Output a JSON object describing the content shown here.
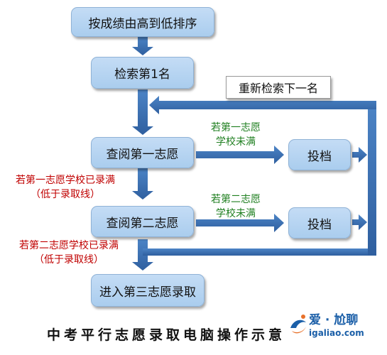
{
  "steps": {
    "sort": "按成绩由高到低排序",
    "retrieve_first": "检索第1名",
    "check_first": "查阅第一志愿",
    "check_second": "查阅第二志愿",
    "third": "进入第三志愿录取",
    "submit_1": "投档",
    "submit_2": "投档"
  },
  "retrieve_next": "重新检索下一名",
  "labels": {
    "first_not_full_line1": "若第一志愿",
    "first_not_full_line2": "学校未满",
    "second_not_full_line1": "若第二志愿",
    "second_not_full_line2": "学校未满",
    "first_full_line1": "若第一志愿学校已录满",
    "first_full_line2": "（低于录取线）",
    "second_full_line1": "若第二志愿学校已录满",
    "second_full_line2": "（低于录取线）"
  },
  "caption": "中考平行志愿录取电脑操作示意",
  "watermark": {
    "brand": "爱 · 尬聊",
    "url": "igaliao.com"
  },
  "colors": {
    "box": "#aacdee",
    "arrow": "#3f73b8",
    "green_text": "#1f7f20",
    "red_text": "#c00000"
  }
}
